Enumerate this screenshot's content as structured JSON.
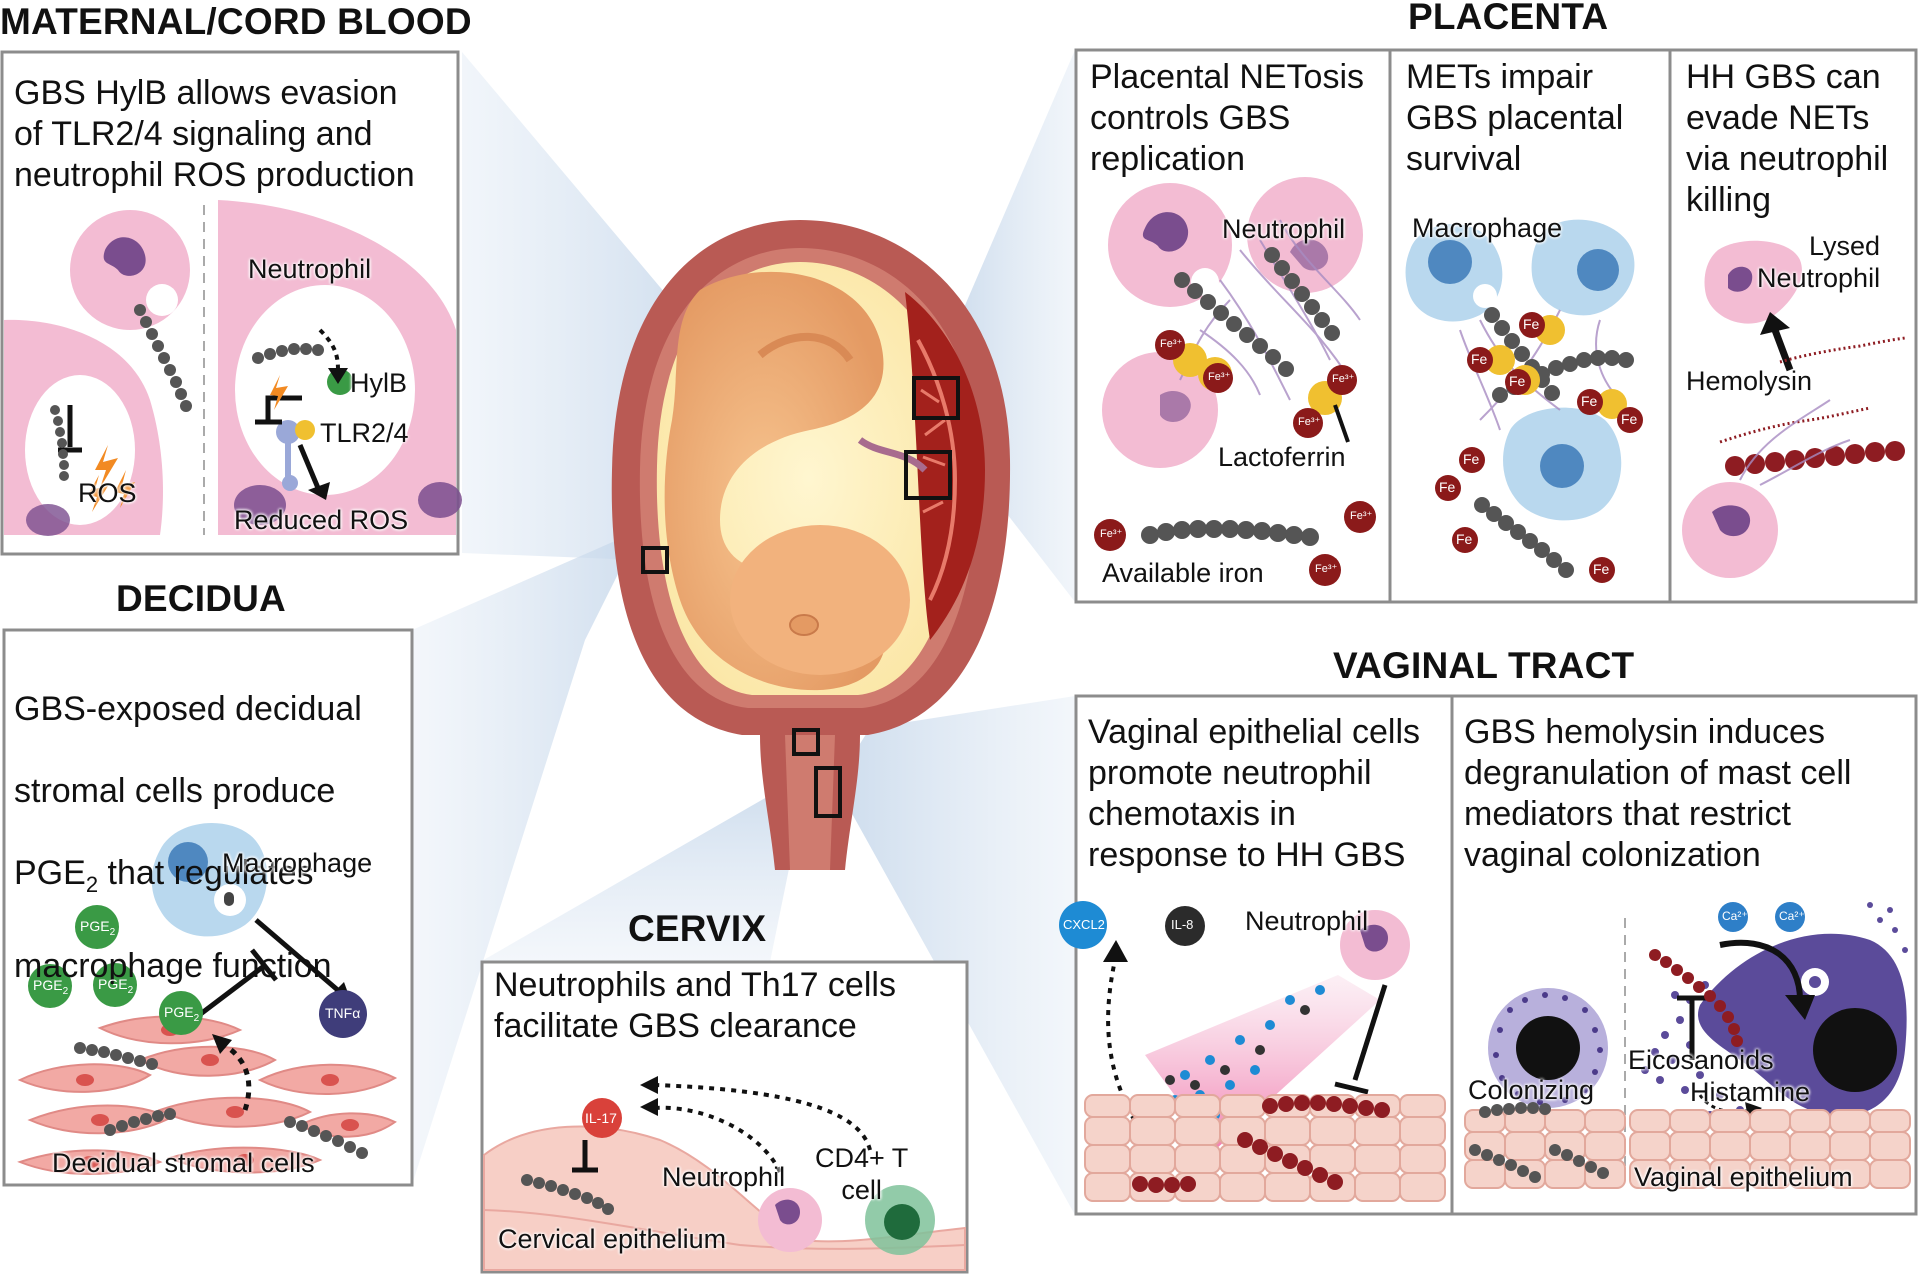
{
  "colors": {
    "panel_border": "#8c8c8c",
    "neutrophil": "#f3bcd3",
    "neutrophil_nucleus": "#7a4d8e",
    "macrophage": "#b9d8ee",
    "macrophage_nucleus": "#4f88c0",
    "gbs_chain": "#555555",
    "hh_gbs": "#8e1c22",
    "iron": "#8b1a1a",
    "lactoferrin": "#f0c030",
    "pge2": "#3a9a45",
    "tnfa": "#3f3d7a",
    "il17": "#d9413a",
    "cxcl2": "#1e8bd4",
    "il8": "#2b2b2b",
    "ca": "#2e7fc8",
    "stromal": "#f2a9a4",
    "epithelium": "#f7cfc6",
    "mast_cell": "#5b4b9a",
    "uterus": "#b95a54",
    "fetus": "#f0b47c",
    "placenta": "#a3211c"
  },
  "sections": {
    "maternal_cord": {
      "title": "MATERNAL/CORD BLOOD",
      "caption": "GBS HylB allows evasion\nof TLR2/4 signaling and\nneutrophil ROS production",
      "labels": {
        "neutrophil": "Neutrophil",
        "hylb": "HylB",
        "tlr": "TLR2/4",
        "ros": "ROS",
        "reduced_ros": "Reduced ROS"
      }
    },
    "decidua": {
      "title": "DECIDUA",
      "caption_line1": "GBS-exposed decidual",
      "caption_line2": "stromal cells produce",
      "caption_line3_pre": "PGE",
      "caption_line3_sub": "2",
      "caption_line3_post": " that regulates",
      "caption_line4": "macrophage function",
      "labels": {
        "macrophage": "Macrophage",
        "stromal": "Decidual stromal cells",
        "pge2": "PGE",
        "pge2_sub": "2",
        "tnfa": "TNFα"
      }
    },
    "cervix": {
      "title": "CERVIX",
      "caption": "Neutrophils and Th17 cells\nfacilitate GBS clearance",
      "labels": {
        "il17": "IL-17",
        "neutrophil": "Neutrophil",
        "cd4": "CD4+ T\ncell",
        "epithelium": "Cervical epithelium"
      }
    },
    "placenta": {
      "title": "PLACENTA",
      "panel1": {
        "caption": "Placental NETosis\ncontrols GBS\nreplication",
        "labels": {
          "neutrophil": "Neutrophil",
          "lactoferrin": "Lactoferrin",
          "iron": "Available iron",
          "fe3": "Fe³⁺"
        }
      },
      "panel2": {
        "caption": "METs impair\nGBS placental\nsurvival",
        "labels": {
          "macrophage": "Macrophage",
          "fe": "Fe"
        }
      },
      "panel3": {
        "caption": "HH GBS can\nevade NETs\nvia neutrophil\nkilling",
        "labels": {
          "lysed": "Lysed\nNeutrophil",
          "hemolysin": "Hemolysin"
        }
      }
    },
    "vaginal": {
      "title": "VAGINAL TRACT",
      "panel1": {
        "caption": "Vaginal epithelial cells\npromote neutrophil\nchemotaxis in\nresponse to HH GBS",
        "labels": {
          "cxcl2": "CXCL2",
          "il8": "IL-8",
          "neutrophil": "Neutrophil"
        }
      },
      "panel2": {
        "caption": "GBS hemolysin induces\ndegranulation of mast cell\nmediators that restrict\nvaginal colonization",
        "labels": {
          "ca": "Ca²⁺",
          "eicosanoids": "Eicosanoids",
          "histamine": "Histamine",
          "colonizing": "Colonizing",
          "epithelium": "Vaginal epithelium"
        }
      }
    }
  }
}
